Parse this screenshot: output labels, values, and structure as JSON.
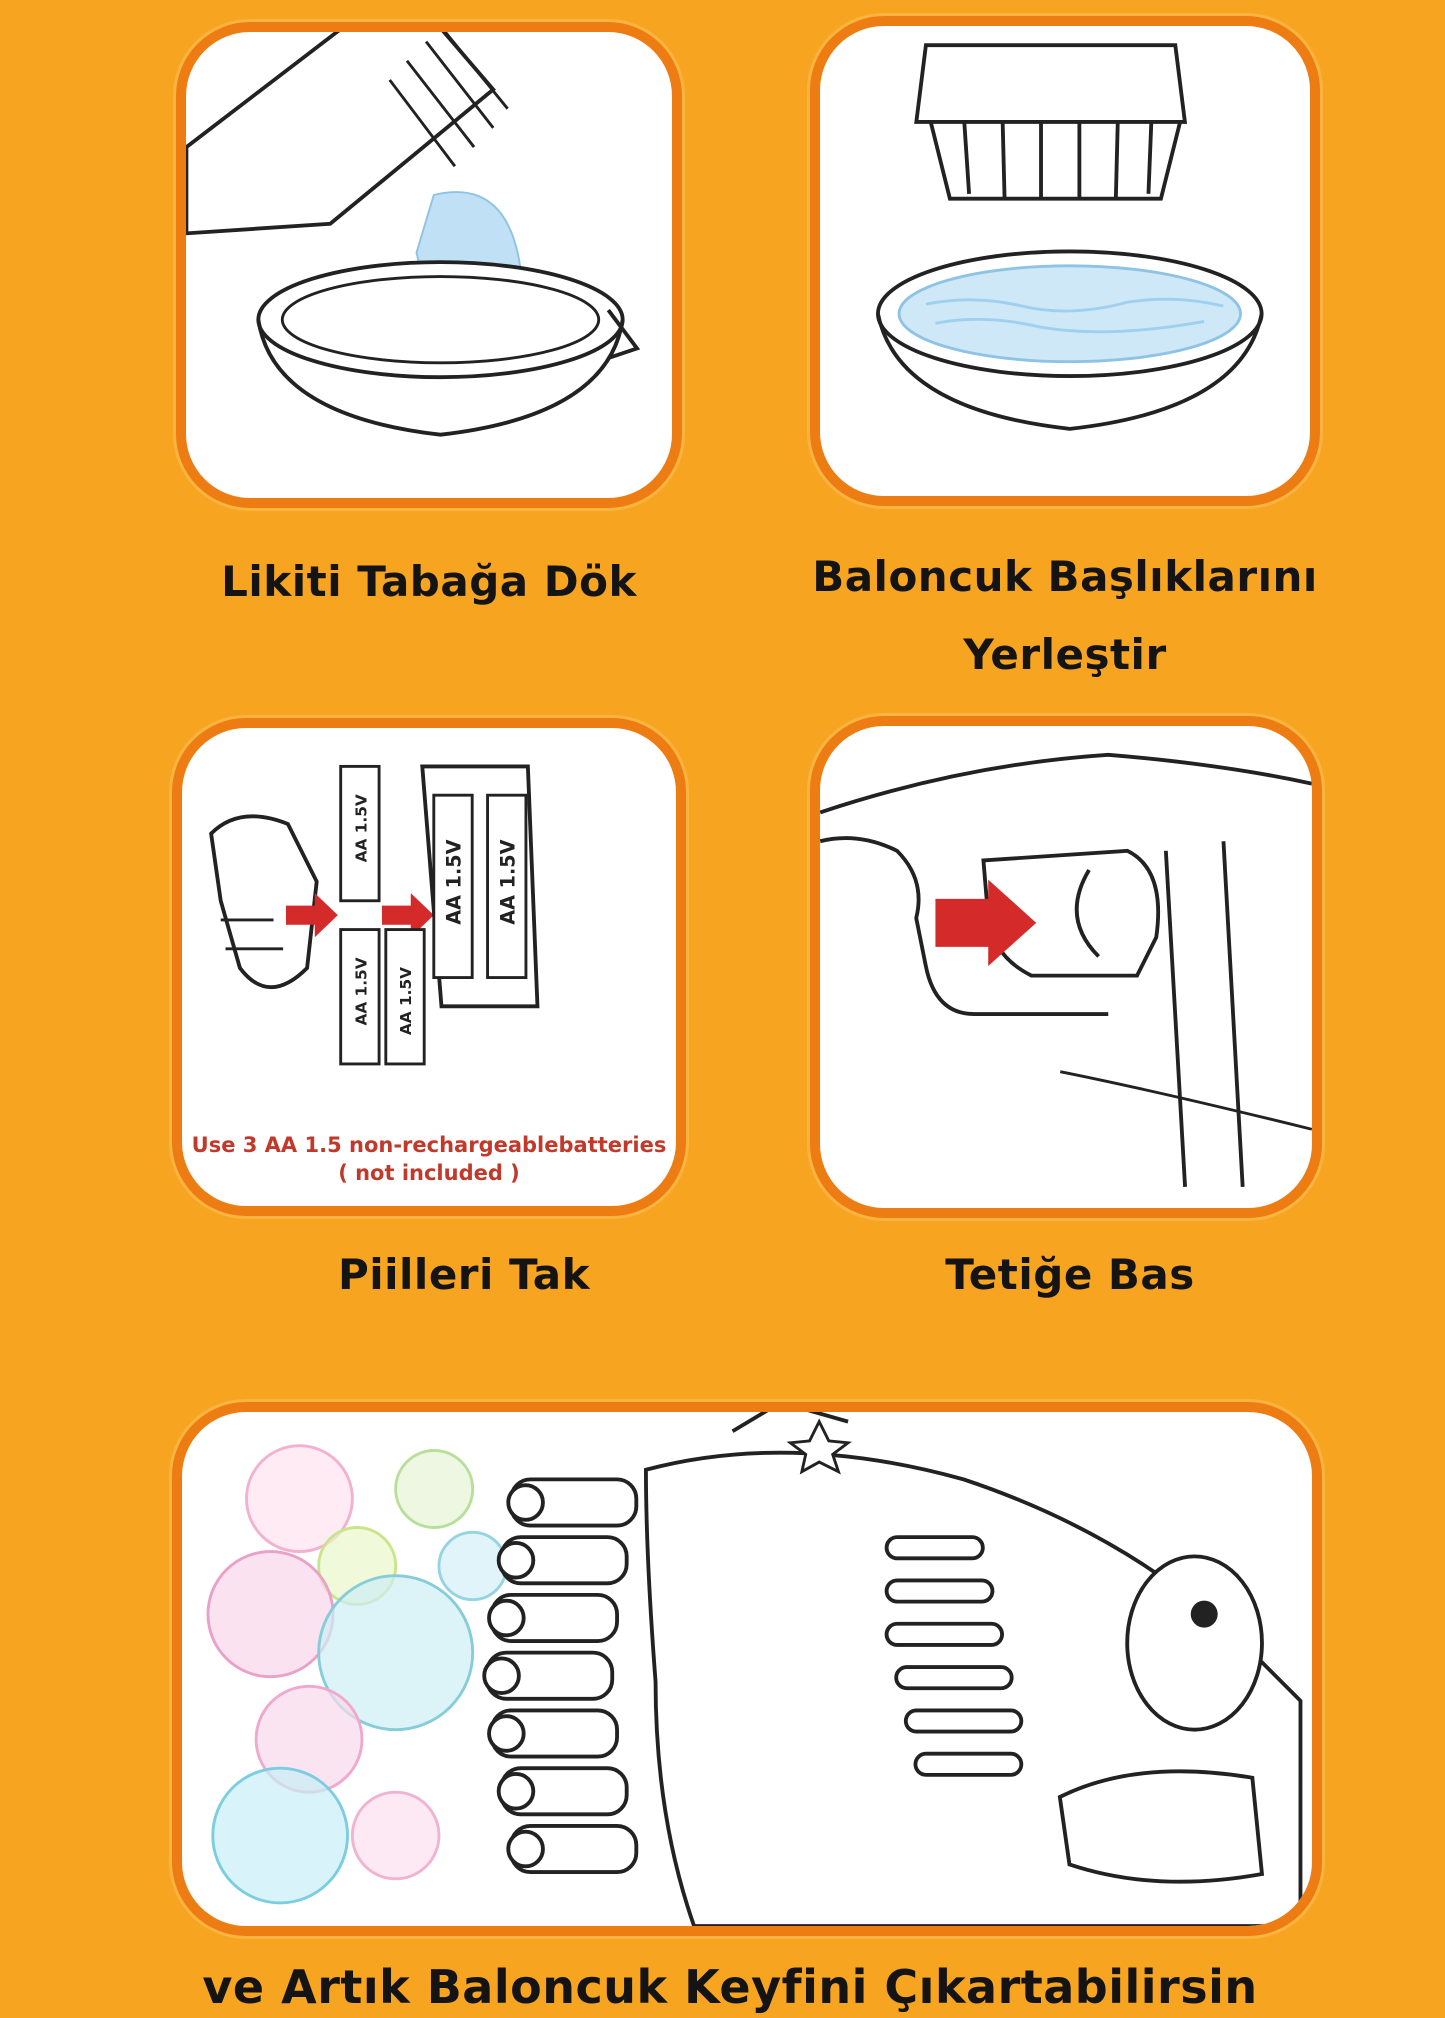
{
  "steps": [
    {
      "caption": "Likiti Tabağa Dök",
      "icon": "pour-liquid-illustration"
    },
    {
      "caption_line1": "Baloncuk Başlıklarını",
      "caption_line2": "Yerleştir",
      "icon": "bubble-head-tray-illustration"
    },
    {
      "caption": "Piilleri Tak",
      "icon": "battery-insert-illustration",
      "battery_label": "AA 1.5V",
      "note_line1": "Use 3 AA 1.5 non-rechargeablebatteries",
      "note_line2": "( not included )"
    },
    {
      "caption": "Tetiğe Bas",
      "icon": "press-trigger-illustration"
    }
  ],
  "final": {
    "caption": "ve Artık Baloncuk Keyfini Çıkartabilirsin",
    "icon": "bubble-gun-illustration"
  },
  "colors": {
    "background": "#f7a521",
    "panel_border": "#ed7d12",
    "arrow": "#d42a2a",
    "liquid": "#bfe0f5"
  }
}
